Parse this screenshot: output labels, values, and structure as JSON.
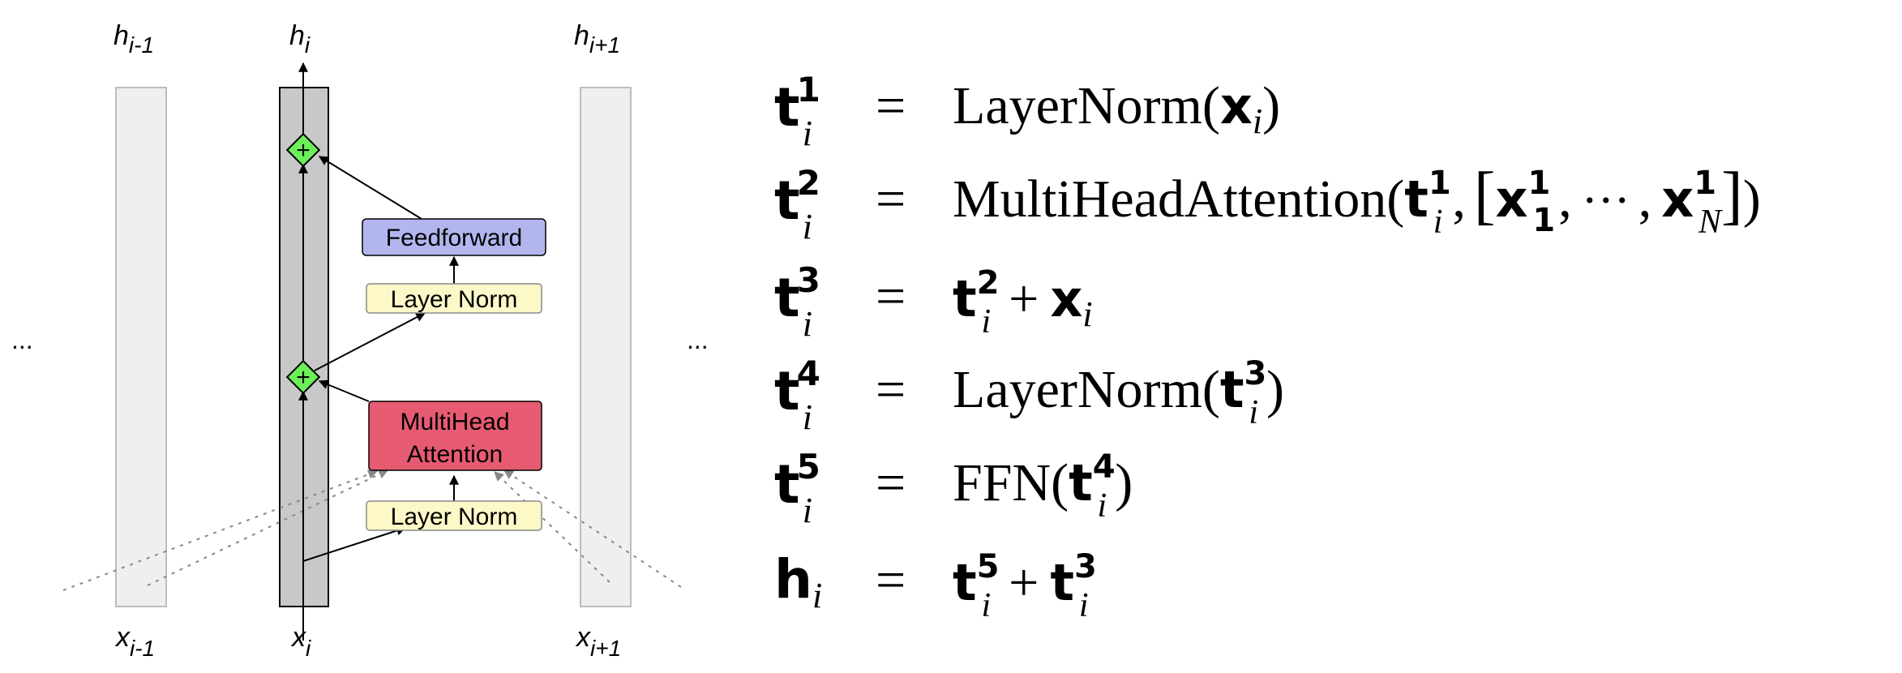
{
  "diagram": {
    "top_labels": {
      "left": "h",
      "left_sub": "i-1",
      "center": "h",
      "center_sub": "i",
      "right": "h",
      "right_sub": "i+1"
    },
    "bottom_labels": {
      "left": "x",
      "left_sub": "i-1",
      "center": "x",
      "center_sub": "i",
      "right": "x",
      "right_sub": "i+1"
    },
    "ellipsis_left": "...",
    "ellipsis_right": "...",
    "blocks": {
      "feedforward": "Feedforward",
      "layer_norm_top": "Layer Norm",
      "attention_line1": "MultiHead",
      "attention_line2": "Attention",
      "layer_norm_bottom": "Layer Norm"
    },
    "plus_symbol": "+",
    "colors": {
      "feedforward": "#b3b6ee",
      "layer_norm": "#fdf8c8",
      "attention": "#e75b72",
      "residual_node": "#6cf05a",
      "column": "#c8c8c8",
      "side_column": "#efefef"
    }
  },
  "equations": [
    {
      "lhs": "t",
      "lhs_sub": "i",
      "lhs_sup": "1",
      "eq": "=",
      "rhs": "LayerNorm(x_i)"
    },
    {
      "lhs": "t",
      "lhs_sub": "i",
      "lhs_sup": "2",
      "eq": "=",
      "rhs": "MultiHeadAttention(t_i^1, [x_1^1, ..., x_N^1])"
    },
    {
      "lhs": "t",
      "lhs_sub": "i",
      "lhs_sup": "3",
      "eq": "=",
      "rhs": "t_i^2 + x_i"
    },
    {
      "lhs": "t",
      "lhs_sub": "i",
      "lhs_sup": "4",
      "eq": "=",
      "rhs": "LayerNorm(t_i^3)"
    },
    {
      "lhs": "t",
      "lhs_sub": "i",
      "lhs_sup": "5",
      "eq": "=",
      "rhs": "FFN(t_i^4)"
    },
    {
      "lhs": "h",
      "lhs_sub": "i",
      "lhs_sup": "",
      "eq": "=",
      "rhs": "t_i^5 + t_i^3"
    }
  ],
  "math_tokens": {
    "layernorm": "LayerNorm",
    "mha": "MultiHeadAttention",
    "ffn": "FFN",
    "x": "x",
    "t": "t",
    "h": "h",
    "i": "i",
    "one": "1",
    "two": "2",
    "three": "3",
    "four": "4",
    "five": "5",
    "N": "N",
    "lparen": "(",
    "rparen": ")",
    "lbracket": "[",
    "rbracket": "]",
    "comma": ",",
    "cdots": "···",
    "plus": "+"
  }
}
